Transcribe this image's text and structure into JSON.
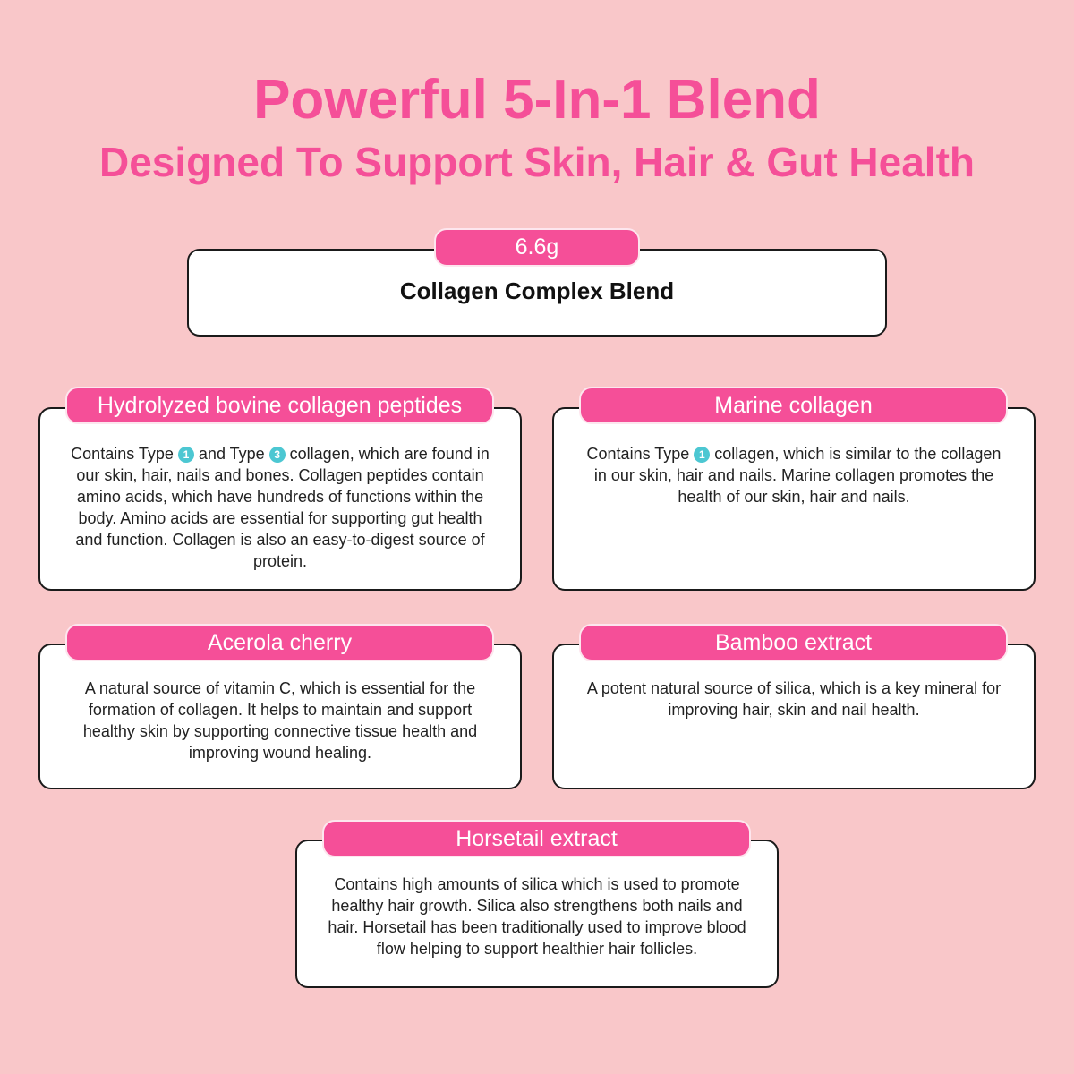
{
  "header": {
    "title": "Powerful 5-In-1 Blend",
    "subtitle": "Designed To Support Skin, Hair & Gut Health"
  },
  "blend": {
    "amount": "6.6g",
    "name": "Collagen Complex Blend"
  },
  "colors": {
    "background": "#f9c7c9",
    "accent": "#f54f98",
    "badge": "#4cc7d2"
  },
  "ingredients": [
    {
      "name": "Hydrolyzed bovine collagen peptides",
      "pre": "Contains Type ",
      "badge1": "1",
      "mid": " and Type ",
      "badge2": "3",
      "post": " collagen, which are found in our skin, hair, nails and bones. Collagen peptides contain amino acids, which have hundreds of functions within the body. Amino acids are essential for supporting gut health and function. Collagen is also an easy-to-digest source of protein."
    },
    {
      "name": "Marine collagen",
      "pre": "Contains Type ",
      "badge1": "1",
      "post": " collagen, which is similar to the collagen in our skin, hair and nails. Marine collagen promotes the health of our skin, hair and nails."
    },
    {
      "name": "Acerola cherry",
      "text": "A natural source of vitamin C, which is essential for the formation of collagen. It helps to maintain and support healthy skin by supporting connective tissue health and improving wound healing."
    },
    {
      "name": "Bamboo extract",
      "text": "A potent natural source of silica, which is a key mineral for improving hair, skin and nail health."
    },
    {
      "name": "Horsetail extract",
      "text": "Contains high amounts of silica which is used to promote healthy hair growth. Silica also strengthens both nails and hair. Horsetail has been traditionally used to improve blood flow helping to support healthier hair follicles."
    }
  ]
}
